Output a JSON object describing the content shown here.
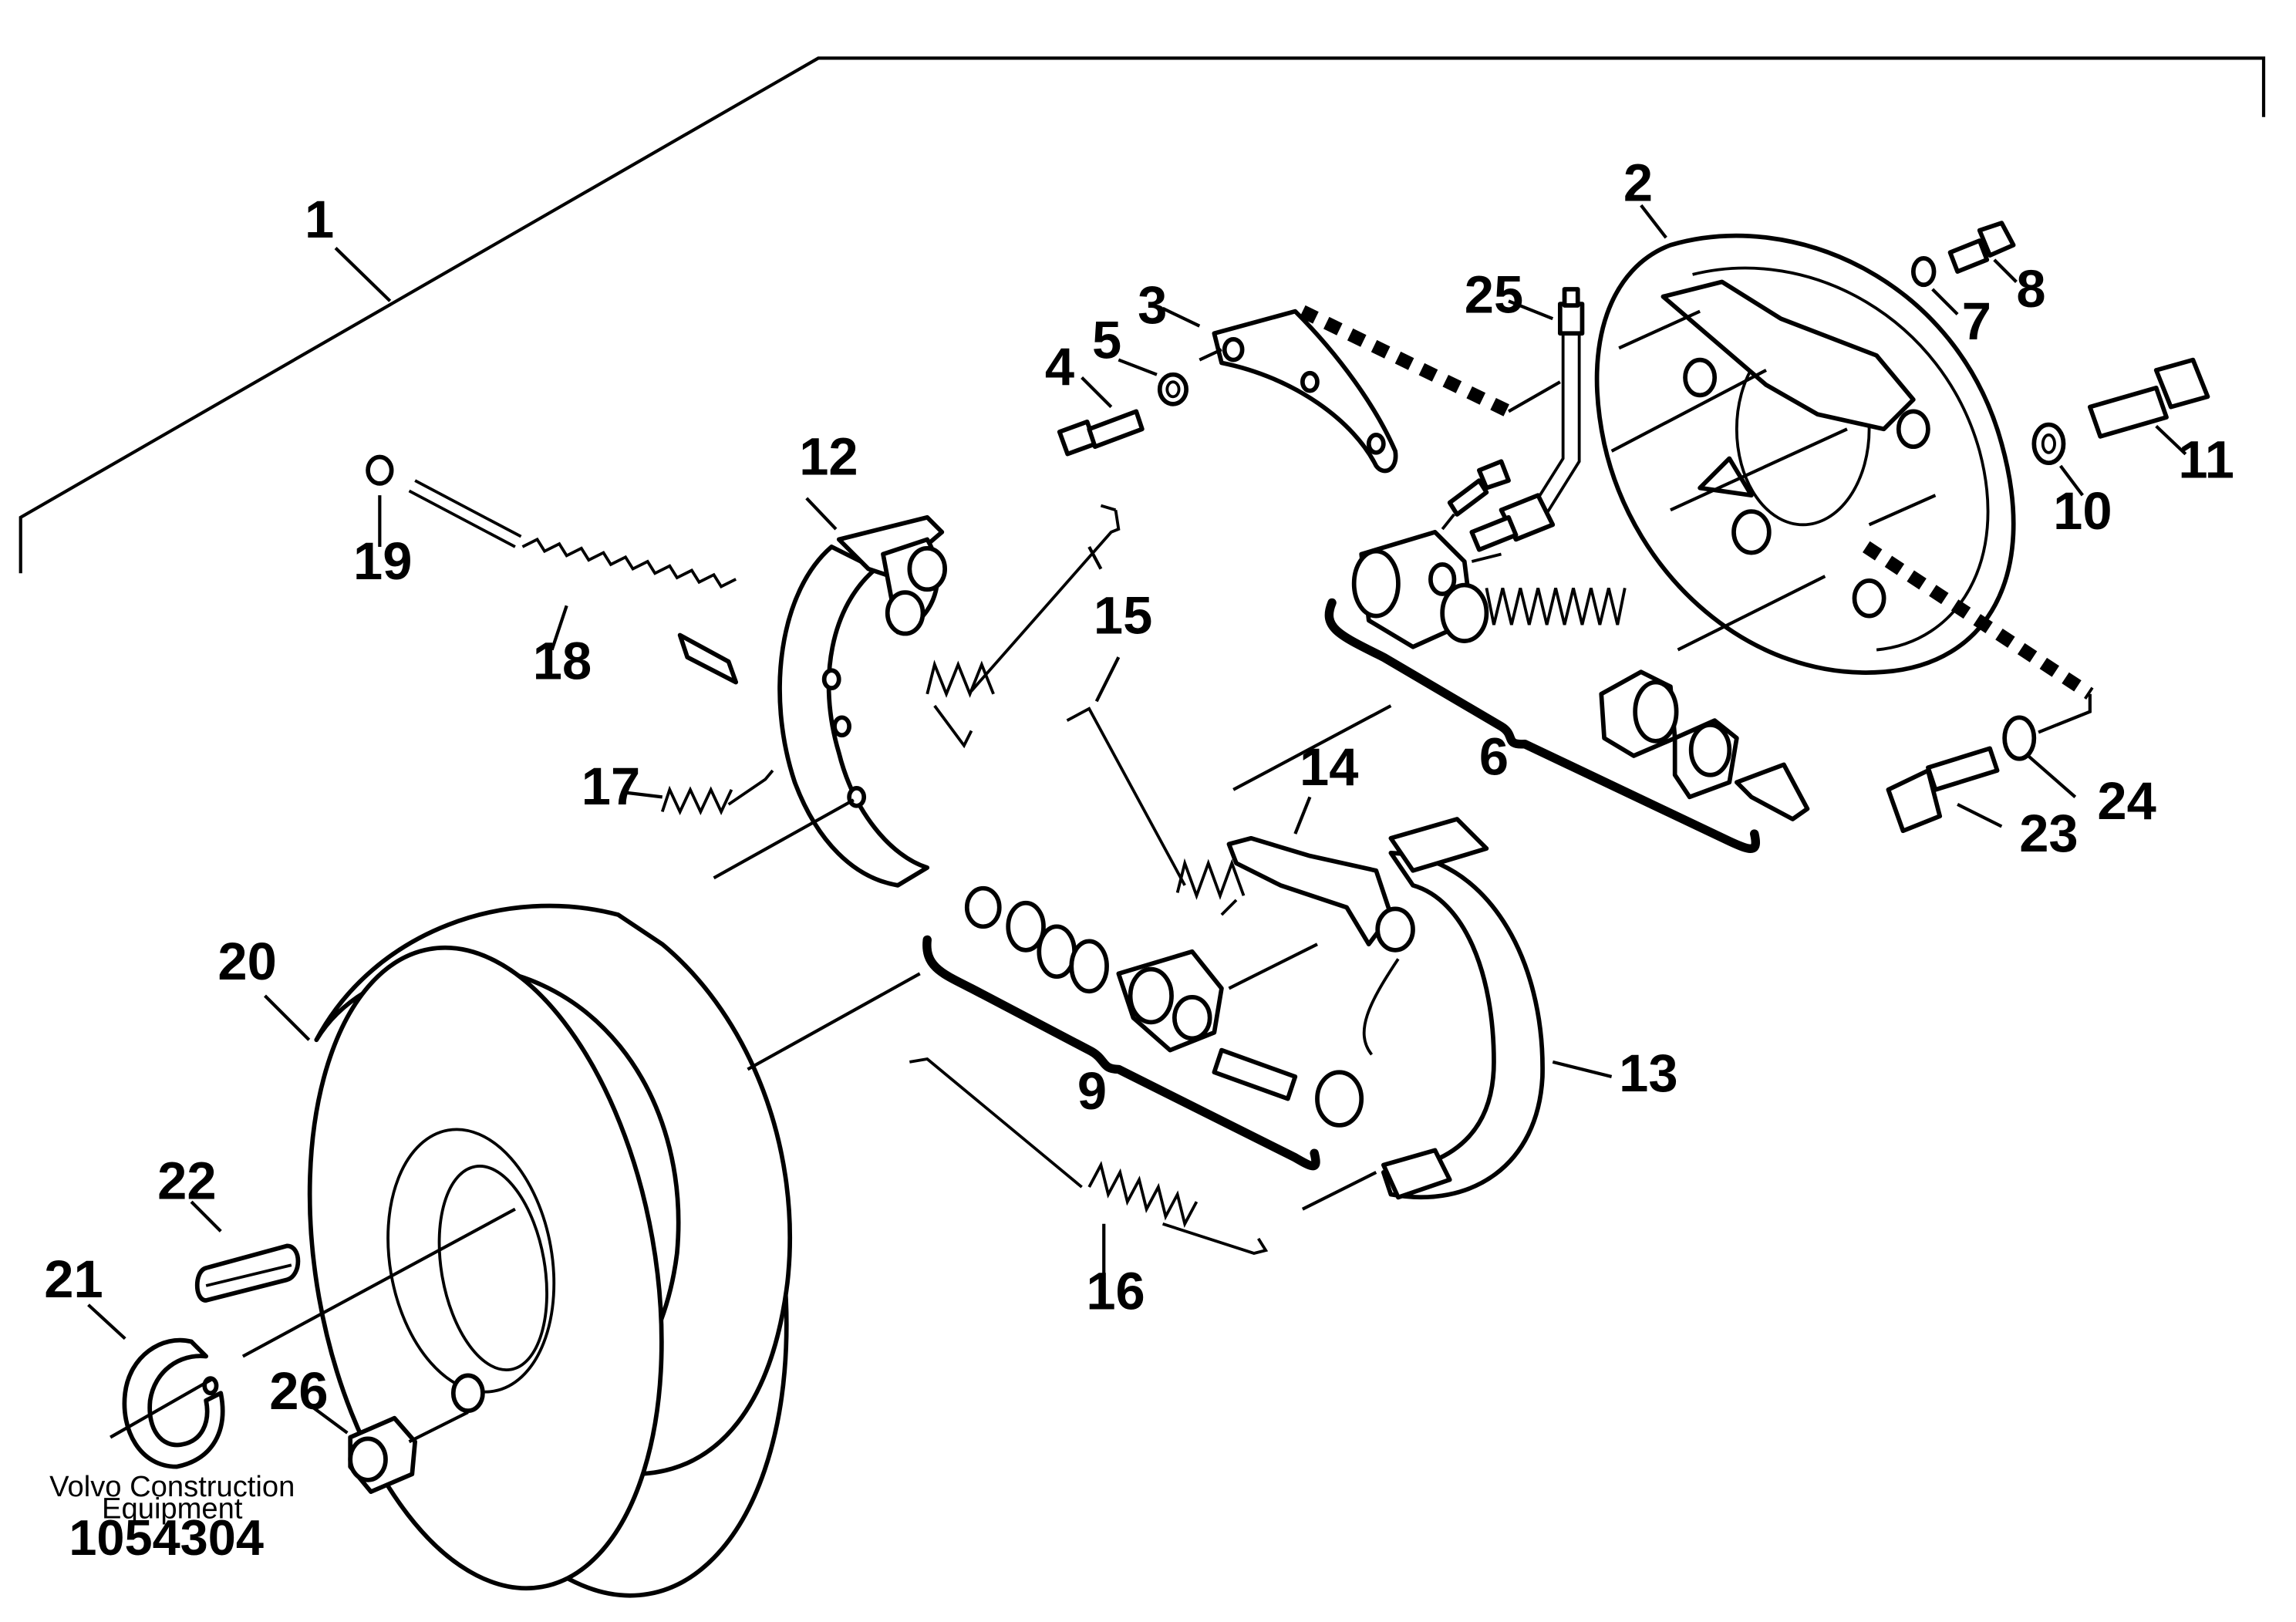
{
  "labels": {
    "l1": "1",
    "l2": "2",
    "l3": "3",
    "l4": "4",
    "l5": "5",
    "l6": "6",
    "l7": "7",
    "l8": "8",
    "l9": "9",
    "l10": "10",
    "l11": "11",
    "l12": "12",
    "l13": "13",
    "l14": "14",
    "l15": "15",
    "l16": "16",
    "l17": "17",
    "l18": "18",
    "l19": "19",
    "l20": "20",
    "l21": "21",
    "l22": "22",
    "l23": "23",
    "l24": "24",
    "l25": "25",
    "l26": "26"
  },
  "caption": {
    "line1": "Volvo Construction",
    "line2": "Equipment",
    "number": "1054304"
  }
}
